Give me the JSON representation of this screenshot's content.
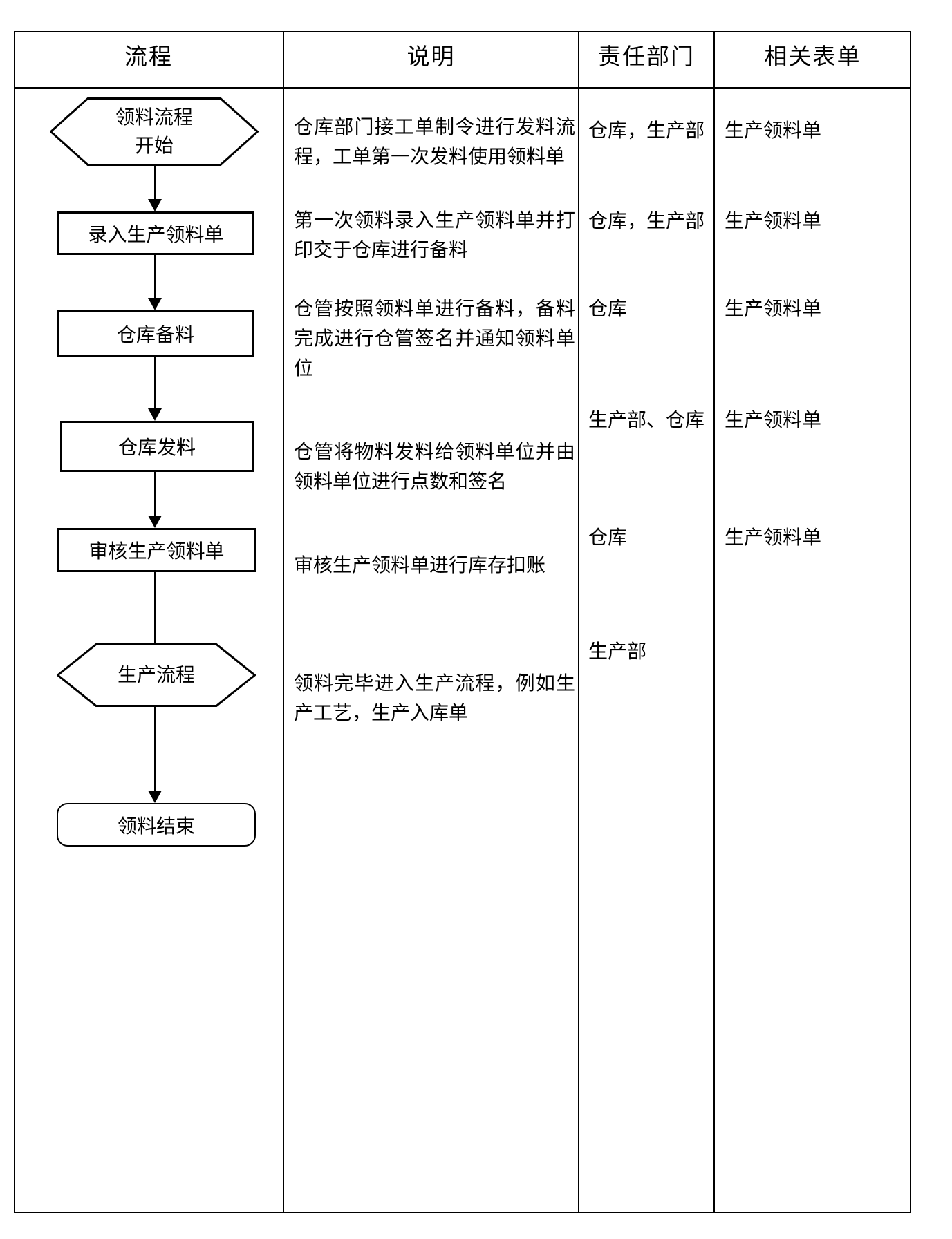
{
  "headers": {
    "process": "流程",
    "description": "说明",
    "department": "责任部门",
    "forms": "相关表单"
  },
  "colors": {
    "line": "#000000",
    "background": "#ffffff"
  },
  "flow": {
    "steps": [
      {
        "shape": "hexagon",
        "label": "领料流程\n开始"
      },
      {
        "shape": "rectangle",
        "label": "录入生产领料单"
      },
      {
        "shape": "rectangle",
        "label": "仓库备料"
      },
      {
        "shape": "rectangle",
        "label": "仓库发料"
      },
      {
        "shape": "rectangle",
        "label": "审核生产领料单"
      },
      {
        "shape": "hexagon",
        "label": "生产流程"
      },
      {
        "shape": "rounded-rectangle",
        "label": "领料结束"
      }
    ]
  },
  "rows": [
    {
      "description": "仓库部门接工单制令进行发料流程，工单第一次发料使用领料单",
      "department": "仓库，生产部",
      "form": "生产领料单"
    },
    {
      "description": "第一次领料录入生产领料单并打印交于仓库进行备料",
      "department": "仓库，生产部",
      "form": "生产领料单"
    },
    {
      "description": "仓管按照领料单进行备料，备料完成进行仓管签名并通知领料单位",
      "department": "仓库",
      "form": "生产领料单"
    },
    {
      "description": "仓管将物料发料给领料单位并由领料单位进行点数和签名",
      "department": "生产部、仓库",
      "form": "生产领料单"
    },
    {
      "description": "审核生产领料单进行库存扣账",
      "department": "仓库",
      "form": "生产领料单"
    },
    {
      "description": "领料完毕进入生产流程，例如生产工艺，生产入库单",
      "department": "生产部",
      "form": ""
    }
  ]
}
